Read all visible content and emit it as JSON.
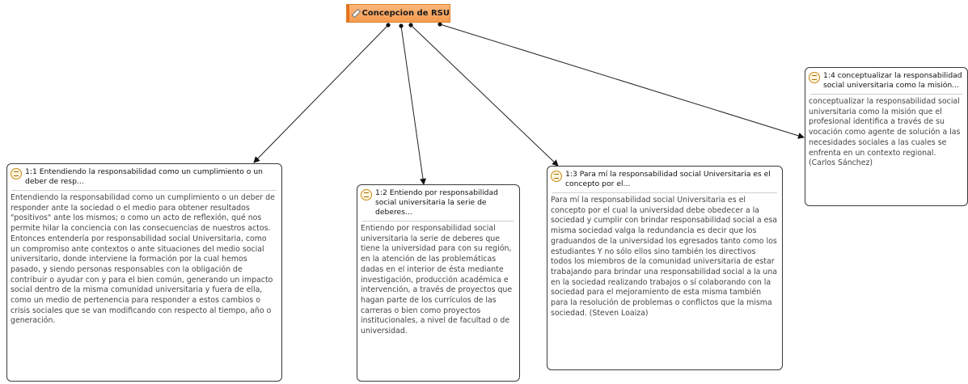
{
  "root": {
    "label": "Concepcion de RSU"
  },
  "quotes": [
    {
      "title": "1:1 Entendiendo la responsabilidad como un cumplimiento o un deber de resp...",
      "text": "Entendiendo la responsabilidad como un cumplimiento o un deber de responder ante la sociedad o el medio para obtener resultados \"positivos\" ante los mismos; o como un acto de reflexión, qué nos permite hilar la conciencia con las consecuencias de nuestros actos. Entonces entendería por responsabilidad social Universitaria, como un compromiso ante contextos o ante situaciones del medio social universitario, donde interviene la formación por la cual hemos pasado, y siendo personas responsables con la obligación de contribuir o ayudar con y para el bien común, generando un impacto social dentro de la misma comunidad universitaria y fuera de ella, como un medio de pertenencia para responder a estos cambios o crisis sociales que se van modificando con respecto al tiempo, año o generación."
    },
    {
      "title": "1:2 Entiendo por responsabilidad social universitaria la serie de deberes...",
      "text": "Entiendo por responsabilidad social universitaria la serie de deberes que tiene la universidad para con su región, en la atención de las problemáticas dadas en el interior de ésta mediante investigación, producción académica e intervención, a través de proyectos que hagan parte de los currículos de las carreras o bien como proyectos institucionales, a nivel de facultad o de universidad."
    },
    {
      "title": "1:3 Para mí la responsabilidad social Universitaria es el concepto por el...",
      "text": "Para mí la responsabilidad social Universitaria es el concepto por el cual la universidad debe obedecer a la sociedad y cumplir con brindar responsabilidad social a esa misma sociedad valga la redundancia es decir que los graduandos de la universidad los egresados tanto como los estudiantes Y no sólo ellos sino también los directivos todos los miembros de la comunidad universitaria de estar trabajando para brindar una responsabilidad social a la una en la sociedad realizando trabajos o sí colaborando con la sociedad para el mejoramiento  de esta misma  también para la resolución de problemas o conflictos que la misma sociedad. (Steven Loaiza)"
    },
    {
      "title": "1:4 conceptualizar la responsabilidad social universitaria como la misión...",
      "text": "conceptualizar la responsabilidad social universitaria como la misión que el profesional identifica a través de su vocación como agente de solución a las necesidades sociales a las cuales se enfrenta en un contexto regional. (Carlos Sánchez)"
    }
  ]
}
